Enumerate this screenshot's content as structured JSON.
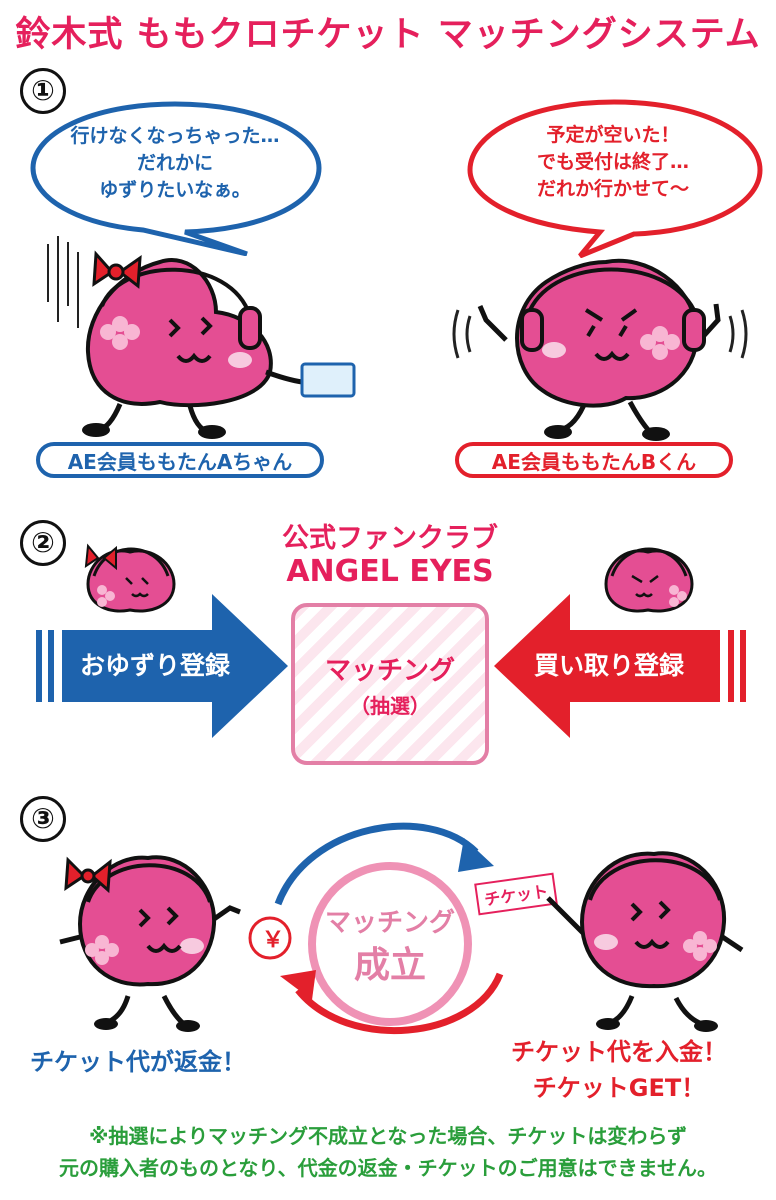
{
  "header": {
    "title": "鈴木式 ももクロチケット マッチングシステム"
  },
  "steps": {
    "one": "①",
    "two": "②",
    "three": "③"
  },
  "step1": {
    "bubble_left": [
      "行けなくなっちゃった…",
      "だれかに",
      "ゆずりたいなぁ。"
    ],
    "bubble_right": [
      "予定が空いた！",
      "でも受付は終了…",
      "だれか行かせて～"
    ],
    "label_left": "AE会員ももたんAちゃん",
    "label_right": "AE会員ももたんBくん"
  },
  "step2": {
    "fanclub_line1": "公式ファンクラブ",
    "fanclub_line2": "ANGEL EYES",
    "arrow_left": "おゆずり登録",
    "arrow_right": "買い取り登録",
    "match_main": "マッチング",
    "match_sub": "（抽選）"
  },
  "step3": {
    "center_line1": "マッチング",
    "center_line2": "成立",
    "yen": "￥",
    "ticket": "チケット",
    "caption_left": "チケット代が返金！",
    "caption_right": [
      "チケット代を入金！",
      "チケットGET！"
    ]
  },
  "footer": {
    "note": [
      "※抽選によりマッチング不成立となった場合、チケットは変わらず",
      "元の購入者のものとなり、代金の返金・チケットのご用意はできません。"
    ]
  },
  "colors": {
    "accent_pink": "#e5205c",
    "blue": "#1e63ad",
    "red": "#e3202b",
    "peach": "#e44e93",
    "green": "#2a9e3b"
  },
  "icons": [
    "peach-character-icon",
    "headphones-icon",
    "bow-icon",
    "clover-icon",
    "ticket-icon",
    "yen-coin-icon",
    "cycle-arrow-icon"
  ]
}
